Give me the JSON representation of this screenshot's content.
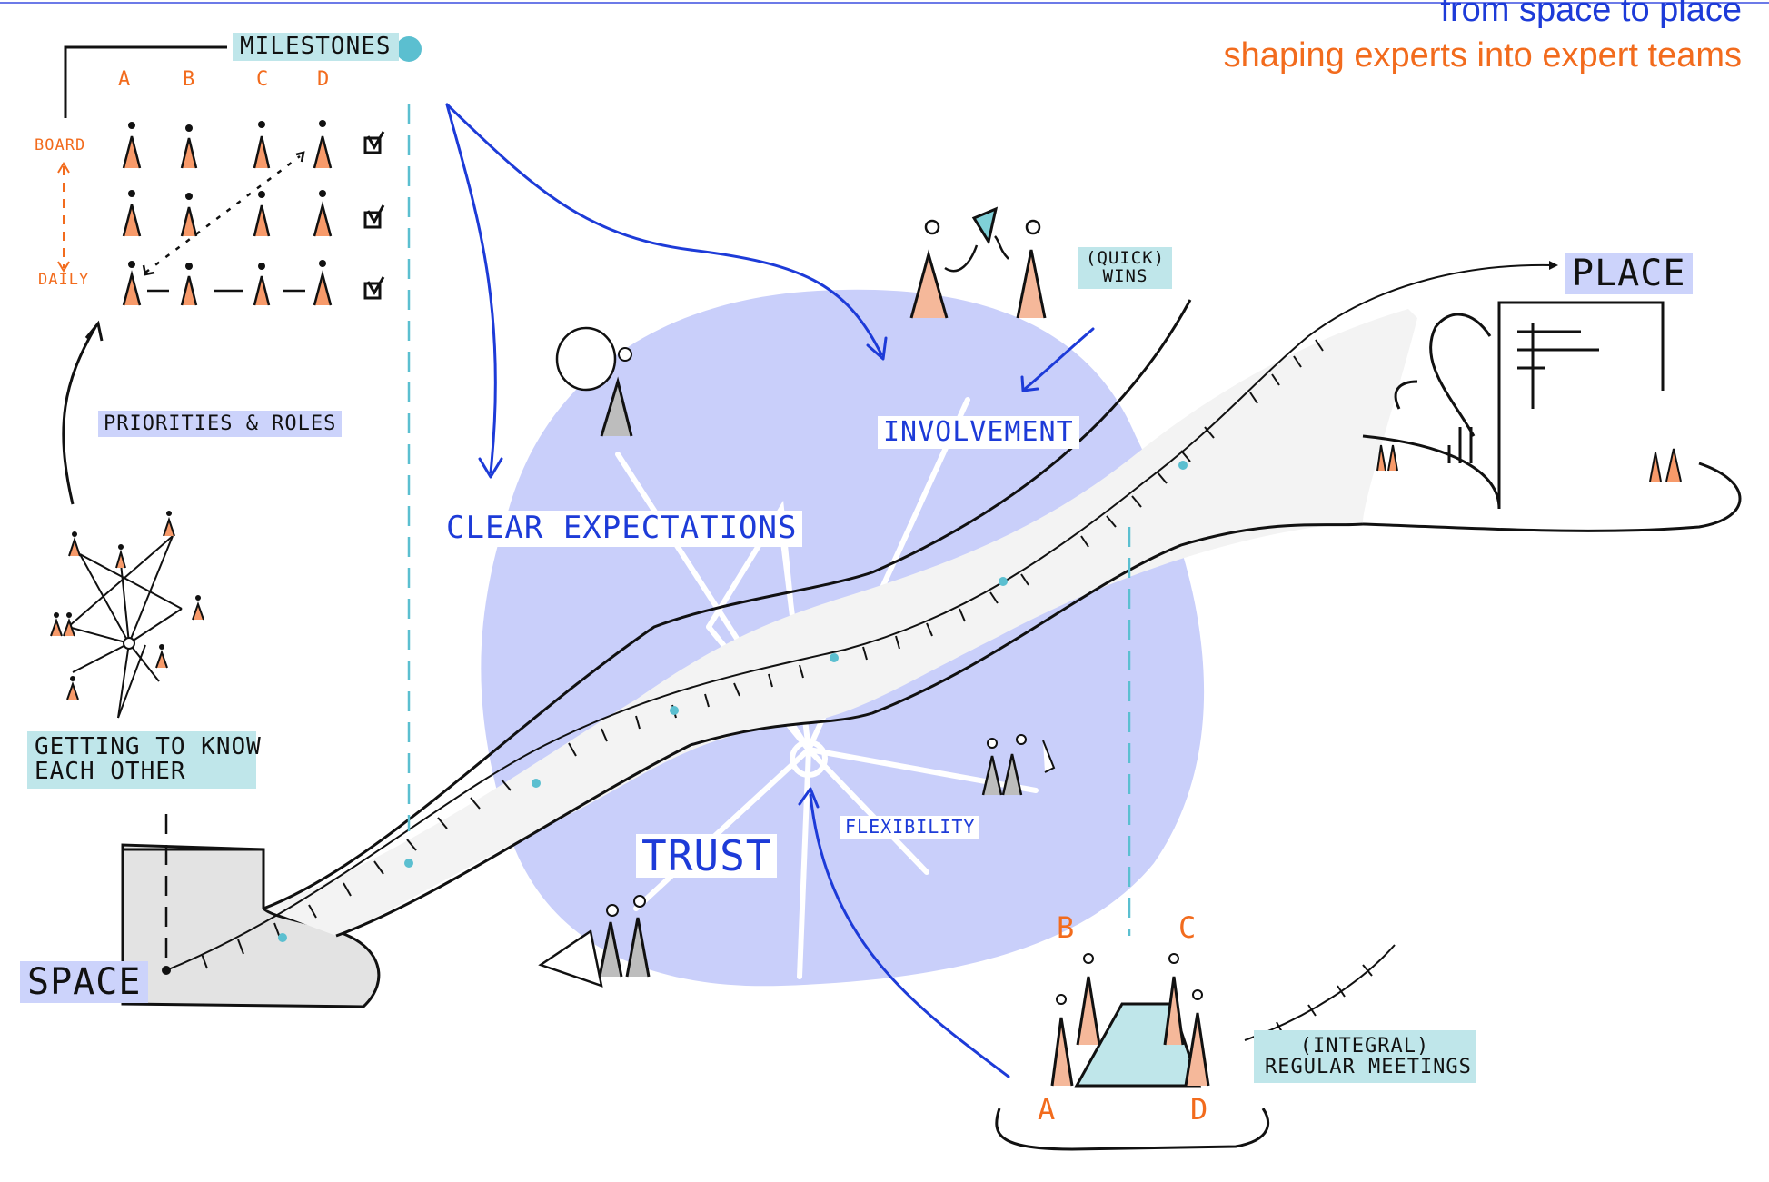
{
  "title": {
    "line1": "from space to place",
    "line2": "shaping experts into expert teams"
  },
  "colors": {
    "blue": "#1d3bd8",
    "orange": "#f26b1d",
    "teal": "#bfe6ea",
    "lavender": "#ccd3fb",
    "blob": "#c9cffa",
    "teal_dot": "#5bbfd0"
  },
  "milestones": {
    "label": "MILESTONES",
    "columns": [
      "A",
      "B",
      "C",
      "D"
    ],
    "board_label": "BOARD",
    "daily_label": "DAILY"
  },
  "labels": {
    "priorities_roles": "PRIORITIES & ROLES",
    "getting_to_know_line1": "GETTING TO KNOW",
    "getting_to_know_line2": "EACH OTHER",
    "space": "SPACE",
    "place": "PLACE",
    "clear_expectations": "CLEAR EXPECTATIONS",
    "involvement": "INVOLVEMENT",
    "quick_wins_line1": "(QUICK)",
    "quick_wins_line2": "WINS",
    "trust": "TRUST",
    "flexibility": "FLEXIBILITY",
    "regular_meetings_line1": "(INTEGRAL)",
    "regular_meetings_line2": "REGULAR MEETINGS"
  },
  "meeting_letters": [
    "A",
    "B",
    "C",
    "D"
  ]
}
